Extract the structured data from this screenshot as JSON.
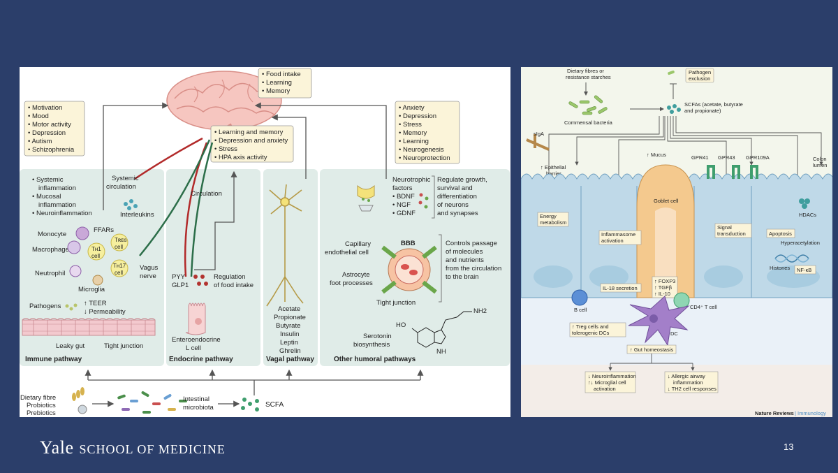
{
  "footer": {
    "brand_main": "Yale",
    "brand_school": "SCHOOL OF MEDICINE",
    "page_number": "13"
  },
  "left": {
    "brain_box": [
      "• Food intake",
      "• Learning",
      "• Memory"
    ],
    "immune_box": [
      "• Motivation",
      "• Mood",
      "• Motor activity",
      "• Depression",
      "• Autism",
      "• Schizophrenia"
    ],
    "endocrine_box": [
      "• Learning and memory",
      "• Depression and anxiety",
      "• Stress",
      "• HPA axis activity"
    ],
    "humoral_box": [
      "• Anxiety",
      "• Depression",
      "• Stress",
      "• Memory",
      "• Learning",
      "• Neurogenesis",
      "• Neuroprotection"
    ],
    "immune": {
      "bullets": [
        "• Systemic",
        "inflammation",
        "• Mucosal",
        "inflammation",
        "• Neuroinflammation"
      ],
      "systemic_circulation": [
        "Systemic",
        "circulation"
      ],
      "interleukins": "Interleukins",
      "monocyte": "Monocyte",
      "ffars": "FFARs",
      "macrophage": "Macrophage",
      "neutrophil": "Neutrophil",
      "microglia": "Microglia",
      "th1": "TH1 cell",
      "treg": "Treg cell",
      "th17": "TH17 cell",
      "vagus": [
        "Vagus",
        "nerve"
      ],
      "pathogens": "Pathogens",
      "teer": "↑ TEER",
      "permeability": "↓ Permeability",
      "leaky_gut": "Leaky gut",
      "tight_junction": "Tight junction",
      "title": "Immune pathway"
    },
    "endocrine": {
      "circulation": "Circulation",
      "pyy": "PYY",
      "glp1": "GLP1",
      "regulation": [
        "Regulation",
        "of food intake"
      ],
      "cell": [
        "Enteroendocrine",
        "L cell"
      ],
      "title": "Endocrine pathway"
    },
    "vagal": {
      "metabolites": [
        "Acetate",
        "Propionate",
        "Butyrate",
        "Insulin",
        "Leptin",
        "Ghrelin"
      ],
      "title": "Vagal pathway"
    },
    "humoral": {
      "factors": [
        "Neurotrophic",
        "factors",
        "• BDNF",
        "• NGF",
        "• GDNF"
      ],
      "regulate": [
        "Regulate growth,",
        "survival and",
        "differentiation",
        "of neurons",
        "and synapses"
      ],
      "capillary": [
        "Capillary",
        "endothelial cell"
      ],
      "bbb": "BBB",
      "astrocyte": [
        "Astrocyte",
        "foot processes"
      ],
      "tight_junction": "Tight junction",
      "controls": [
        "Controls passage",
        "of molecules",
        "and nutrients",
        "from the circulation",
        "to the brain"
      ],
      "serotonin": [
        "Serotonin",
        "biosynthesis"
      ],
      "ho": "HO",
      "nh2": "NH2",
      "nh": "NH",
      "title": "Other humoral pathways"
    },
    "bottom": {
      "inputs": [
        "Dietary fibre",
        "Probiotics",
        "Prebiotics"
      ],
      "microbiota": [
        "Intestinal",
        "microbiota"
      ],
      "scfa": "SCFA"
    }
  },
  "right": {
    "dietary": [
      "Dietary fibres or",
      "resistance starches"
    ],
    "commensal": "Commensal bacteria",
    "pathogen_exclusion": [
      "Pathogen",
      "exclusion"
    ],
    "scfas": [
      "SCFAs (acetate, butyrate",
      "and propionate)"
    ],
    "siga": "sIgA",
    "epithelial_barrier": [
      "↑ Epithelial",
      "barrier"
    ],
    "mucus": "↑ Mucus",
    "gpr41": "GPR41",
    "gpr43": "GPR43",
    "gpr109a": "GPR109A",
    "colon_lumen": [
      "Colon",
      "lumen"
    ],
    "goblet": "Goblet cell",
    "energy": [
      "Energy",
      "metabolism"
    ],
    "inflammasome": [
      "Inflammasome",
      "activation"
    ],
    "signal": [
      "Signal",
      "transduction"
    ],
    "hdacs": "HDACs",
    "apoptosis": "Apoptosis",
    "hyperacetylation": "Hyperacetylation",
    "histones": "Histones",
    "nfkb": "NF-κB",
    "il18": "IL-18 secretion",
    "foxp3": [
      "↑ FOXP3",
      "↑ TGFβ",
      "↑ IL-10"
    ],
    "b_cell": "B cell",
    "cd4": "CD4⁺ T cell",
    "dc": "DC",
    "treg_dc": [
      "↑ Treg cells and",
      "tolerogenic DCs"
    ],
    "homeostasis": "↑ Gut homeostasis",
    "neuro": [
      "↓ Neuroinflammation",
      "↑↓ Microglial cell",
      "activation"
    ],
    "allergic": [
      "↓ Allergic airway",
      "inflammation",
      "↓ TH2 cell responses"
    ],
    "credit_a": "Nature Reviews",
    "credit_b": "| Immunology"
  }
}
